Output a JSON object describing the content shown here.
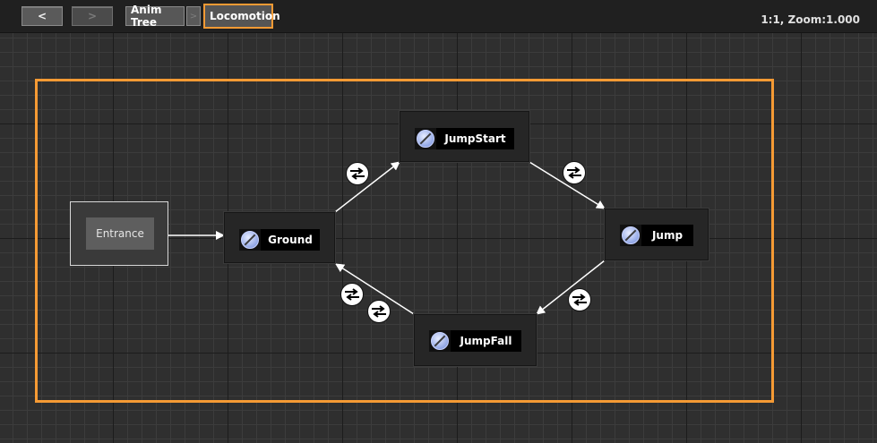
{
  "toolbar": {
    "back_label": "<",
    "forward_label": ">",
    "breadcrumbs": [
      {
        "label": "Anim Tree"
      },
      {
        "label": "Locomotion"
      }
    ],
    "zoom_text": "1:1, Zoom:1.000"
  },
  "graph": {
    "entrance_label": "Entrance",
    "states": [
      {
        "label": "Ground"
      },
      {
        "label": "JumpStart"
      },
      {
        "label": "Jump"
      },
      {
        "label": "JumpFall"
      }
    ]
  },
  "colors": {
    "accent": "#f59a34",
    "background": "#2f2f2f",
    "node": "#262626",
    "state_icon": "#93a8e6"
  },
  "icons": {
    "state": "state-icon",
    "transition": "transition-icon"
  }
}
